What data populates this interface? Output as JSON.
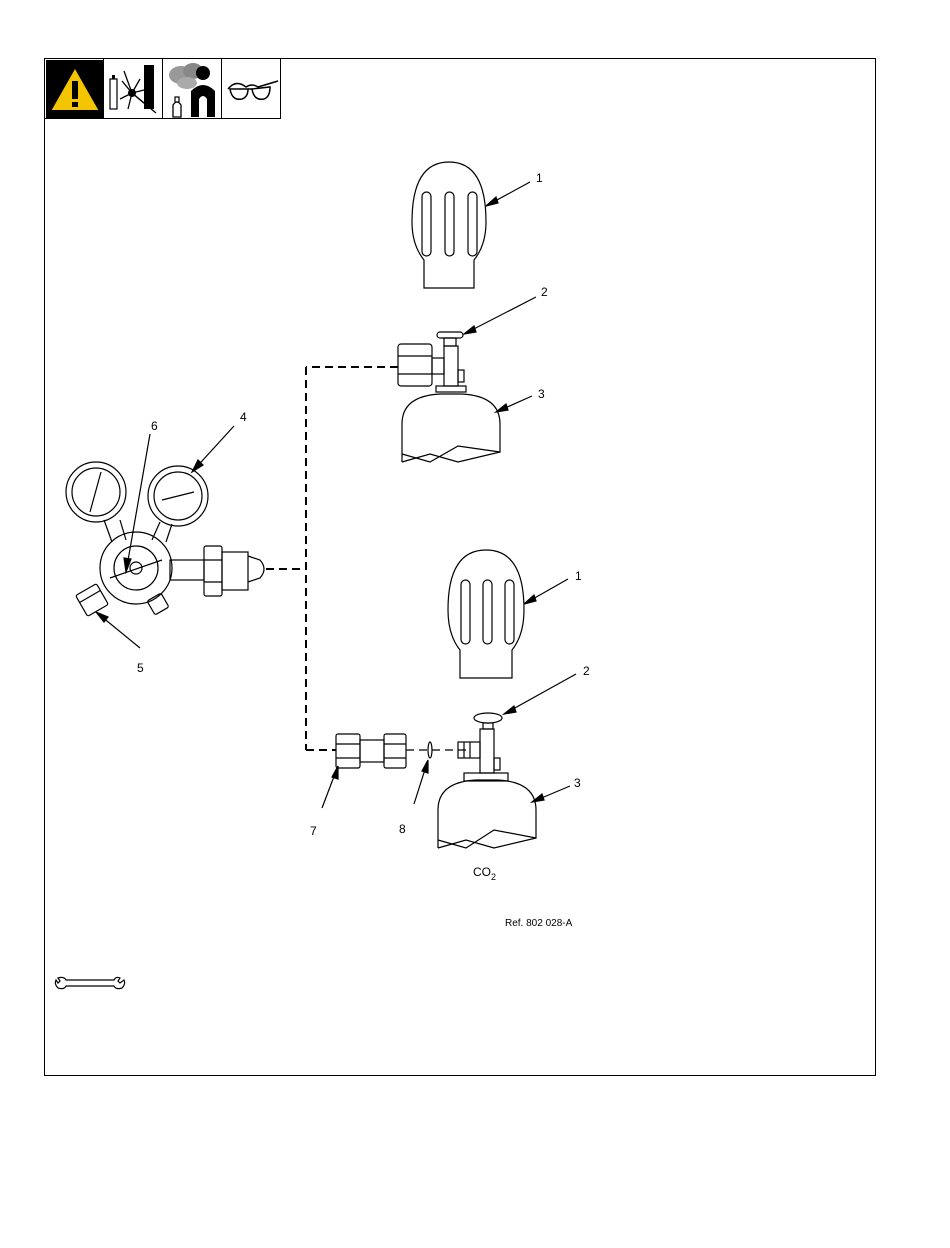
{
  "hazard_icons": [
    "warning-triangle-icon",
    "fire-explosion-icon",
    "fumes-gases-icon",
    "safety-glasses-icon"
  ],
  "callouts": {
    "top_cap": "1",
    "top_valve": "2",
    "top_cylinder": "3",
    "regulator_gauge": "4",
    "regulator_fitting": "5",
    "regulator_knob": "6",
    "bottom_cap": "1",
    "bottom_valve": "2",
    "bottom_cylinder": "3",
    "adapter": "7",
    "washer": "8"
  },
  "gas_label": {
    "main": "CO",
    "subscript": "2"
  },
  "reference": "Ref. 802 028-A",
  "tool_icon": "wrench-icon"
}
